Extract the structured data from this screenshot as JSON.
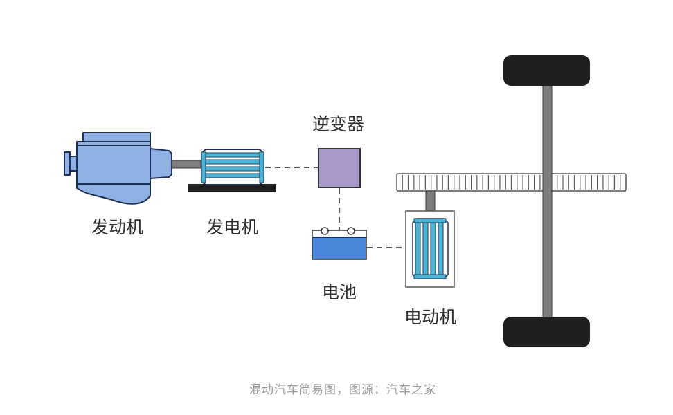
{
  "diagram": {
    "title": "混动汽车简易图",
    "components": {
      "engine": {
        "label": "发动机",
        "color": "#8fb0e3"
      },
      "generator": {
        "label": "发电机",
        "color": "#4bb3d6"
      },
      "inverter": {
        "label": "逆变器",
        "color": "#a999c8"
      },
      "battery": {
        "label": "电池",
        "color": "#4a86d8"
      },
      "motor": {
        "label": "电动机",
        "color": "#4bb3d6"
      },
      "gear": {
        "label": "",
        "teeth": 40
      },
      "wheels": {
        "count": 2,
        "color": "#1f1f1f"
      }
    },
    "connections": [
      {
        "from": "generator",
        "to": "inverter",
        "style": "dashed"
      },
      {
        "from": "inverter",
        "to": "battery",
        "style": "dashed"
      },
      {
        "from": "battery",
        "to": "motor",
        "style": "dashed"
      }
    ]
  },
  "caption": "混动汽车简易图，图源：汽车之家"
}
